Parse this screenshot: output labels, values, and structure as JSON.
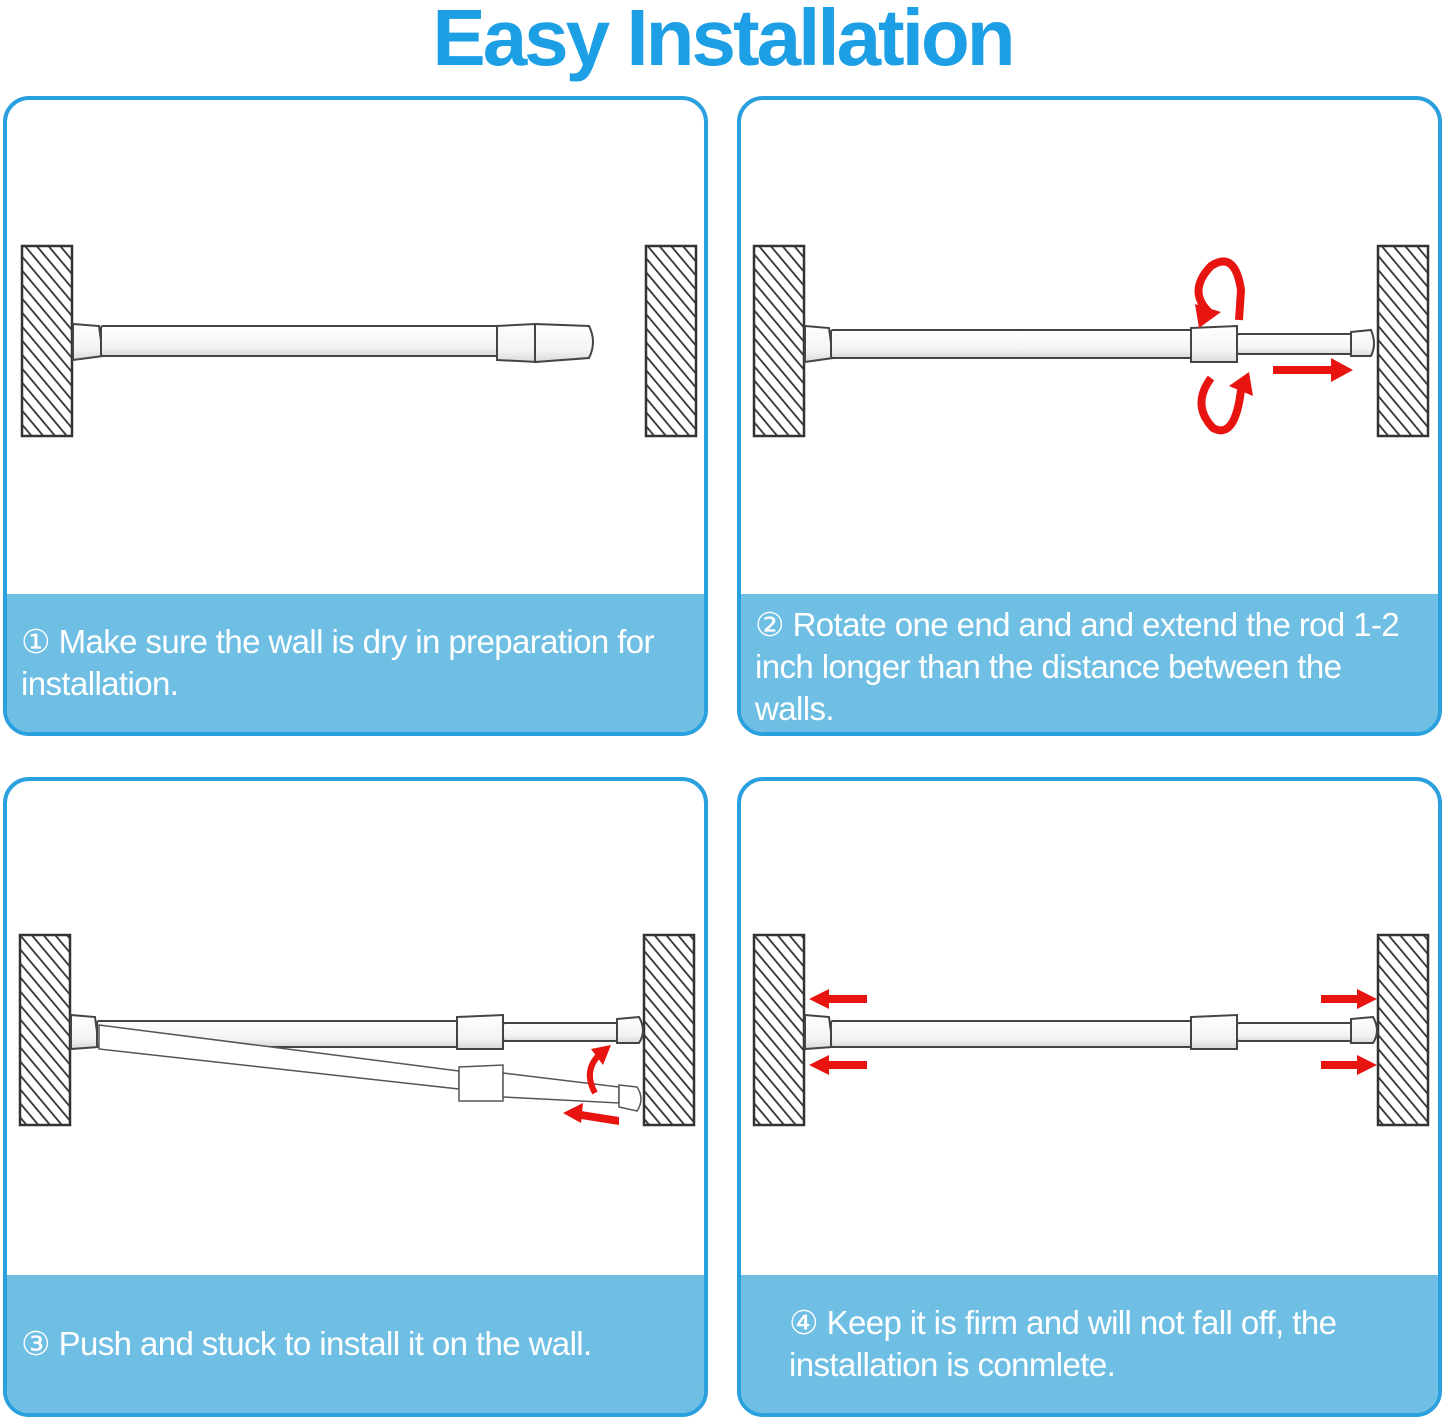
{
  "title": "Easy Installation",
  "colors": {
    "accent": "#1d9fe6",
    "panel_border": "#2aa0de",
    "caption_bg": "#6fbfe4",
    "arrow": "#e8140f",
    "wall_hatch": "#333333"
  },
  "steps": [
    {
      "number": "①",
      "text": "Make sure the wall is dry in preparation for installation."
    },
    {
      "number": "②",
      "text": "Rotate one end and and extend the rod 1-2 inch longer than the distance between the walls."
    },
    {
      "number": "③",
      "text": "Push and stuck to install it on the wall."
    },
    {
      "number": "④",
      "text": "Keep it is firm and will not fall off, the installation is conmlete."
    }
  ],
  "icons": [
    "wall-icon",
    "tension-rod-icon",
    "rotate-arrow-icon",
    "push-arrow-icon"
  ]
}
